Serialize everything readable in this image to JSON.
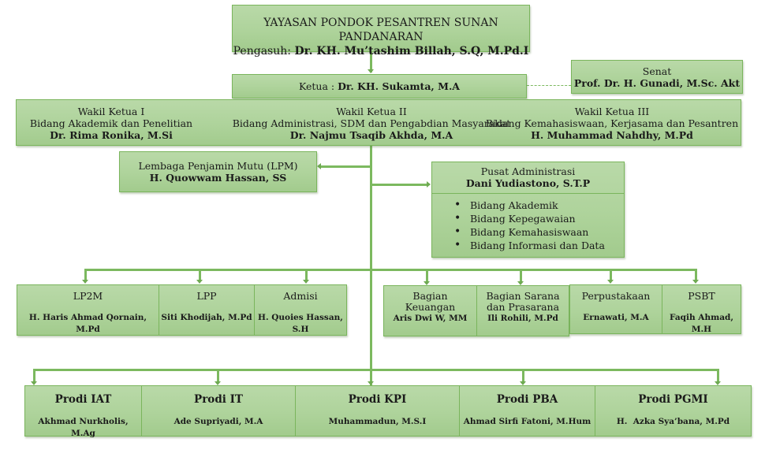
{
  "foundation": {
    "title": "YAYASAN PONDOK PESANTREN SUNAN PANDANARAN",
    "caretaker_label": "Pengasuh: ",
    "caretaker_name": "Dr. KH. Mu’tashim Billah, S.Q, M.Pd.I"
  },
  "chair": {
    "label": "Ketua : ",
    "name": "Dr. KH. Sukamta, M.A"
  },
  "senate": {
    "title": "Senat",
    "name": "Prof. Dr. H. Gunadi, M.Sc. Akt"
  },
  "vice_chairs": [
    {
      "title": "Wakil Ketua I",
      "field": "Bidang Akademik dan Penelitian",
      "name": "Dr. Rima Ronika, M.Si"
    },
    {
      "title": "Wakil Ketua II",
      "field": "Bidang Administrasi, SDM dan Pengabdian Masyarakat",
      "name": "Dr. Najmu Tsaqib Akhda, M.A"
    },
    {
      "title": "Wakil Ketua III",
      "field": "Bidang Kemahasiswaan, Kerjasama dan Pesantren",
      "name": "H. Muhammad Nahdhy, M.Pd"
    }
  ],
  "lpm": {
    "title": "Lembaga Penjamin Mutu (LPM)",
    "name": "H. Quowwam Hassan, SS"
  },
  "admin_center": {
    "title": "Pusat Administrasi",
    "name": "Dani Yudiastono, S.T.P",
    "divisions": [
      "Bidang Akademik",
      "Bidang Kepegawaian",
      "Bidang Kemahasiswaan",
      "Bidang Informasi dan Data"
    ]
  },
  "units_left": [
    {
      "title": "LP2M",
      "name": "H. Haris Ahmad Qornain, M.Pd"
    },
    {
      "title": "LPP",
      "name": "Siti Khodijah, M.Pd"
    },
    {
      "title": "Admisi",
      "name": "H. Quoies Hassan, S.H"
    }
  ],
  "units_right_a": [
    {
      "title": "Bagian Keuangan",
      "name": "Aris Dwi W, MM"
    },
    {
      "title": "Bagian Sarana dan Prasarana",
      "name": "Ili Rohili, M.Pd"
    }
  ],
  "units_right_b": [
    {
      "title": "Perpustakaan",
      "name": "Ernawati, M.A"
    },
    {
      "title": "PSBT",
      "name": "Faqih Ahmad, M.H"
    }
  ],
  "study_programs": [
    {
      "title": "Prodi IAT",
      "name": "Akhmad Nurkholis, M.Ag"
    },
    {
      "title": "Prodi IT",
      "name": "Ade Supriyadi, M.A"
    },
    {
      "title": "Prodi KPI",
      "name": "Muhammadun, M.S.I"
    },
    {
      "title": "Prodi PBA",
      "name": "Ahmad Sirfi Fatoni, M.Hum"
    },
    {
      "title": "Prodi PGMI",
      "name": "H.  Azka Sya’bana, M.Pd"
    }
  ],
  "colors": {
    "box_fill": "#aed39b",
    "box_border": "#7ab55c",
    "connector": "#7cb95f"
  }
}
